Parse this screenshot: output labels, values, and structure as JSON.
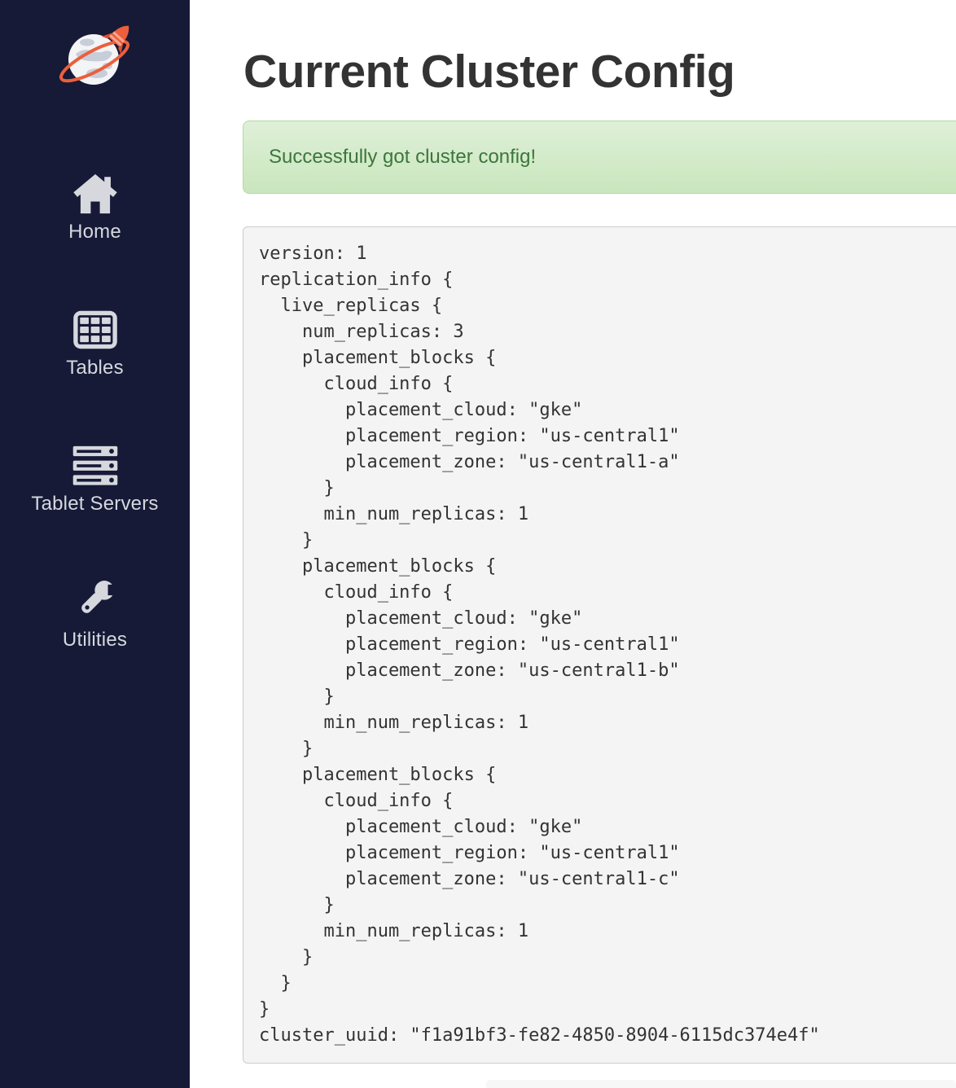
{
  "colors": {
    "sidebar_bg": "#161a37",
    "accent_orange": "#eb5f3c",
    "icon_color": "#d6d8de",
    "alert_text_green": "#3c763d",
    "alert_bg": "#dff0d8",
    "alert_border": "#b2dba1",
    "pre_bg": "#f4f4f4",
    "pre_border": "#cccccc",
    "title_color": "#333333"
  },
  "sidebar": {
    "logo_icon": "planet-rocket-logo",
    "items": [
      {
        "label": "Home",
        "icon": "home-icon"
      },
      {
        "label": "Tables",
        "icon": "tables-icon"
      },
      {
        "label": "Tablet Servers",
        "icon": "tablet-servers-icon"
      },
      {
        "label": "Utilities",
        "icon": "utilities-icon"
      }
    ]
  },
  "main": {
    "title": "Current Cluster Config",
    "alert": {
      "type": "success",
      "message": "Successfully got cluster config!"
    },
    "config_text": "version: 1\nreplication_info {\n  live_replicas {\n    num_replicas: 3\n    placement_blocks {\n      cloud_info {\n        placement_cloud: \"gke\"\n        placement_region: \"us-central1\"\n        placement_zone: \"us-central1-a\"\n      }\n      min_num_replicas: 1\n    }\n    placement_blocks {\n      cloud_info {\n        placement_cloud: \"gke\"\n        placement_region: \"us-central1\"\n        placement_zone: \"us-central1-b\"\n      }\n      min_num_replicas: 1\n    }\n    placement_blocks {\n      cloud_info {\n        placement_cloud: \"gke\"\n        placement_region: \"us-central1\"\n        placement_zone: \"us-central1-c\"\n      }\n      min_num_replicas: 1\n    }\n  }\n}\ncluster_uuid: \"f1a91bf3-fe82-4850-8904-6115dc374e4f\""
  },
  "cluster_config": {
    "version": 1,
    "num_replicas": 3,
    "placement_cloud": "gke",
    "placement_region": "us-central1",
    "placement_zones": [
      "us-central1-a",
      "us-central1-b",
      "us-central1-c"
    ],
    "min_num_replicas_per_block": 1,
    "cluster_uuid": "f1a91bf3-fe82-4850-8904-6115dc374e4f"
  }
}
